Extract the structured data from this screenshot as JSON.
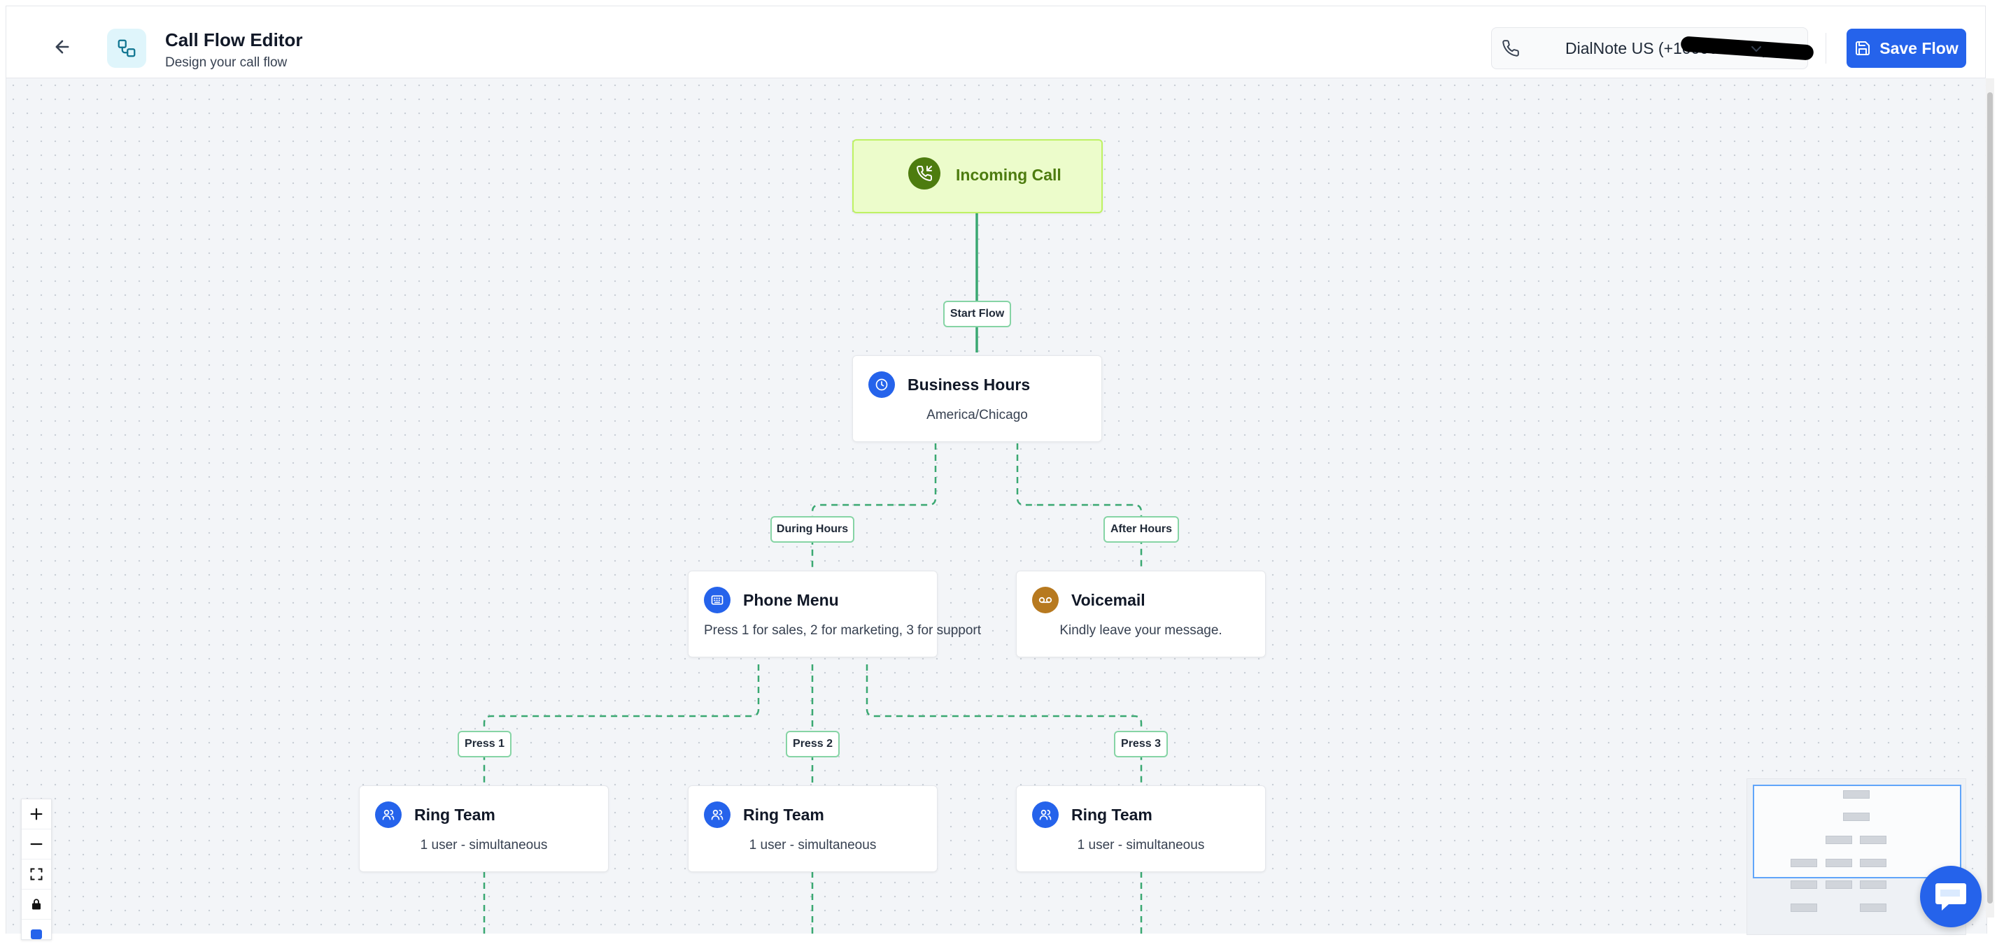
{
  "header": {
    "title": "Call Flow Editor",
    "subtitle": "Design your call flow",
    "phone_select": {
      "value": "DialNote US (+1000001000)"
    },
    "save_label": "Save Flow"
  },
  "nodes": {
    "incoming": {
      "title": "Incoming Call"
    },
    "business_hours": {
      "title": "Business Hours",
      "subtitle": "America/Chicago"
    },
    "phone_menu": {
      "title": "Phone Menu",
      "subtitle": "Press 1 for sales, 2 for marketing, 3 for support"
    },
    "voicemail": {
      "title": "Voicemail",
      "subtitle": "Kindly leave your message."
    },
    "ring_team_1": {
      "title": "Ring Team",
      "subtitle": "1 user - simultaneous"
    },
    "ring_team_2": {
      "title": "Ring Team",
      "subtitle": "1 user - simultaneous"
    },
    "ring_team_3": {
      "title": "Ring Team",
      "subtitle": "1 user - simultaneous"
    }
  },
  "edges": {
    "start_flow": "Start Flow",
    "during_hours": "During Hours",
    "after_hours": "After Hours",
    "press_1": "Press 1",
    "press_2": "Press 2",
    "press_3": "Press 3"
  },
  "icons": {
    "back": "arrow-left-icon",
    "app": "flow-icon",
    "phone": "phone-icon",
    "chevron": "chevron-down-icon",
    "save": "save-icon",
    "incoming": "phone-incoming-icon",
    "business_hours": "clock-icon",
    "phone_menu": "keypad-icon",
    "voicemail": "voicemail-icon",
    "ring_team": "users-icon",
    "zoom_in": "plus-icon",
    "zoom_out": "minus-icon",
    "fit_view": "fit-view-icon",
    "lock": "lock-icon",
    "chat": "chat-icon"
  },
  "colors": {
    "accent": "#2563eb",
    "edge": "#3aa872",
    "start_bg": "#ecfccb",
    "start_text": "#4d7c0f",
    "voicemail": "#b7791f"
  }
}
